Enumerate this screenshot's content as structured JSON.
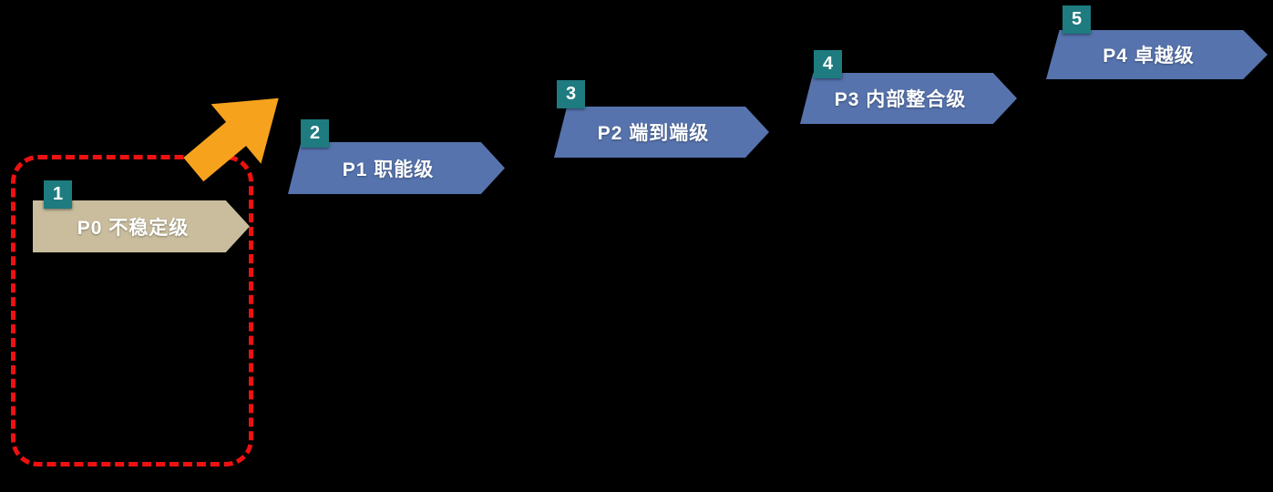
{
  "background_color": "#000000",
  "diagram": {
    "levels": [
      {
        "badge": "1",
        "label": "P0 不稳定级",
        "shape_color": "#c9bd9d"
      },
      {
        "badge": "2",
        "label": "P1 职能级",
        "shape_color": "#5673ad"
      },
      {
        "badge": "3",
        "label": "P2  端到端级",
        "shape_color": "#5673ad"
      },
      {
        "badge": "4",
        "label": "P3 内部整合级",
        "shape_color": "#5673ad"
      },
      {
        "badge": "5",
        "label": "P4 卓越级",
        "shape_color": "#5673ad"
      }
    ],
    "badge_color": "#1e7b80",
    "arrow_color": "#f6a21d",
    "highlight_border_color": "#ee1111"
  }
}
